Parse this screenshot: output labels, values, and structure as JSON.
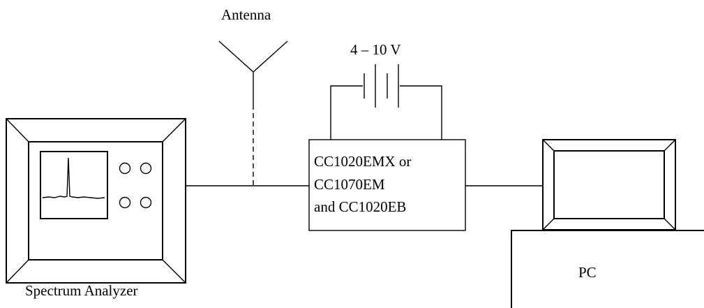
{
  "diagram": {
    "labels": {
      "antenna": "Antenna",
      "voltage": "4 – 10 V",
      "device_line1": "CC1020EMX or",
      "device_line2": "CC1070EM",
      "device_line3": "and CC1020EB",
      "pc": "PC",
      "spectrum_analyzer": "Spectrum Analyzer"
    }
  }
}
